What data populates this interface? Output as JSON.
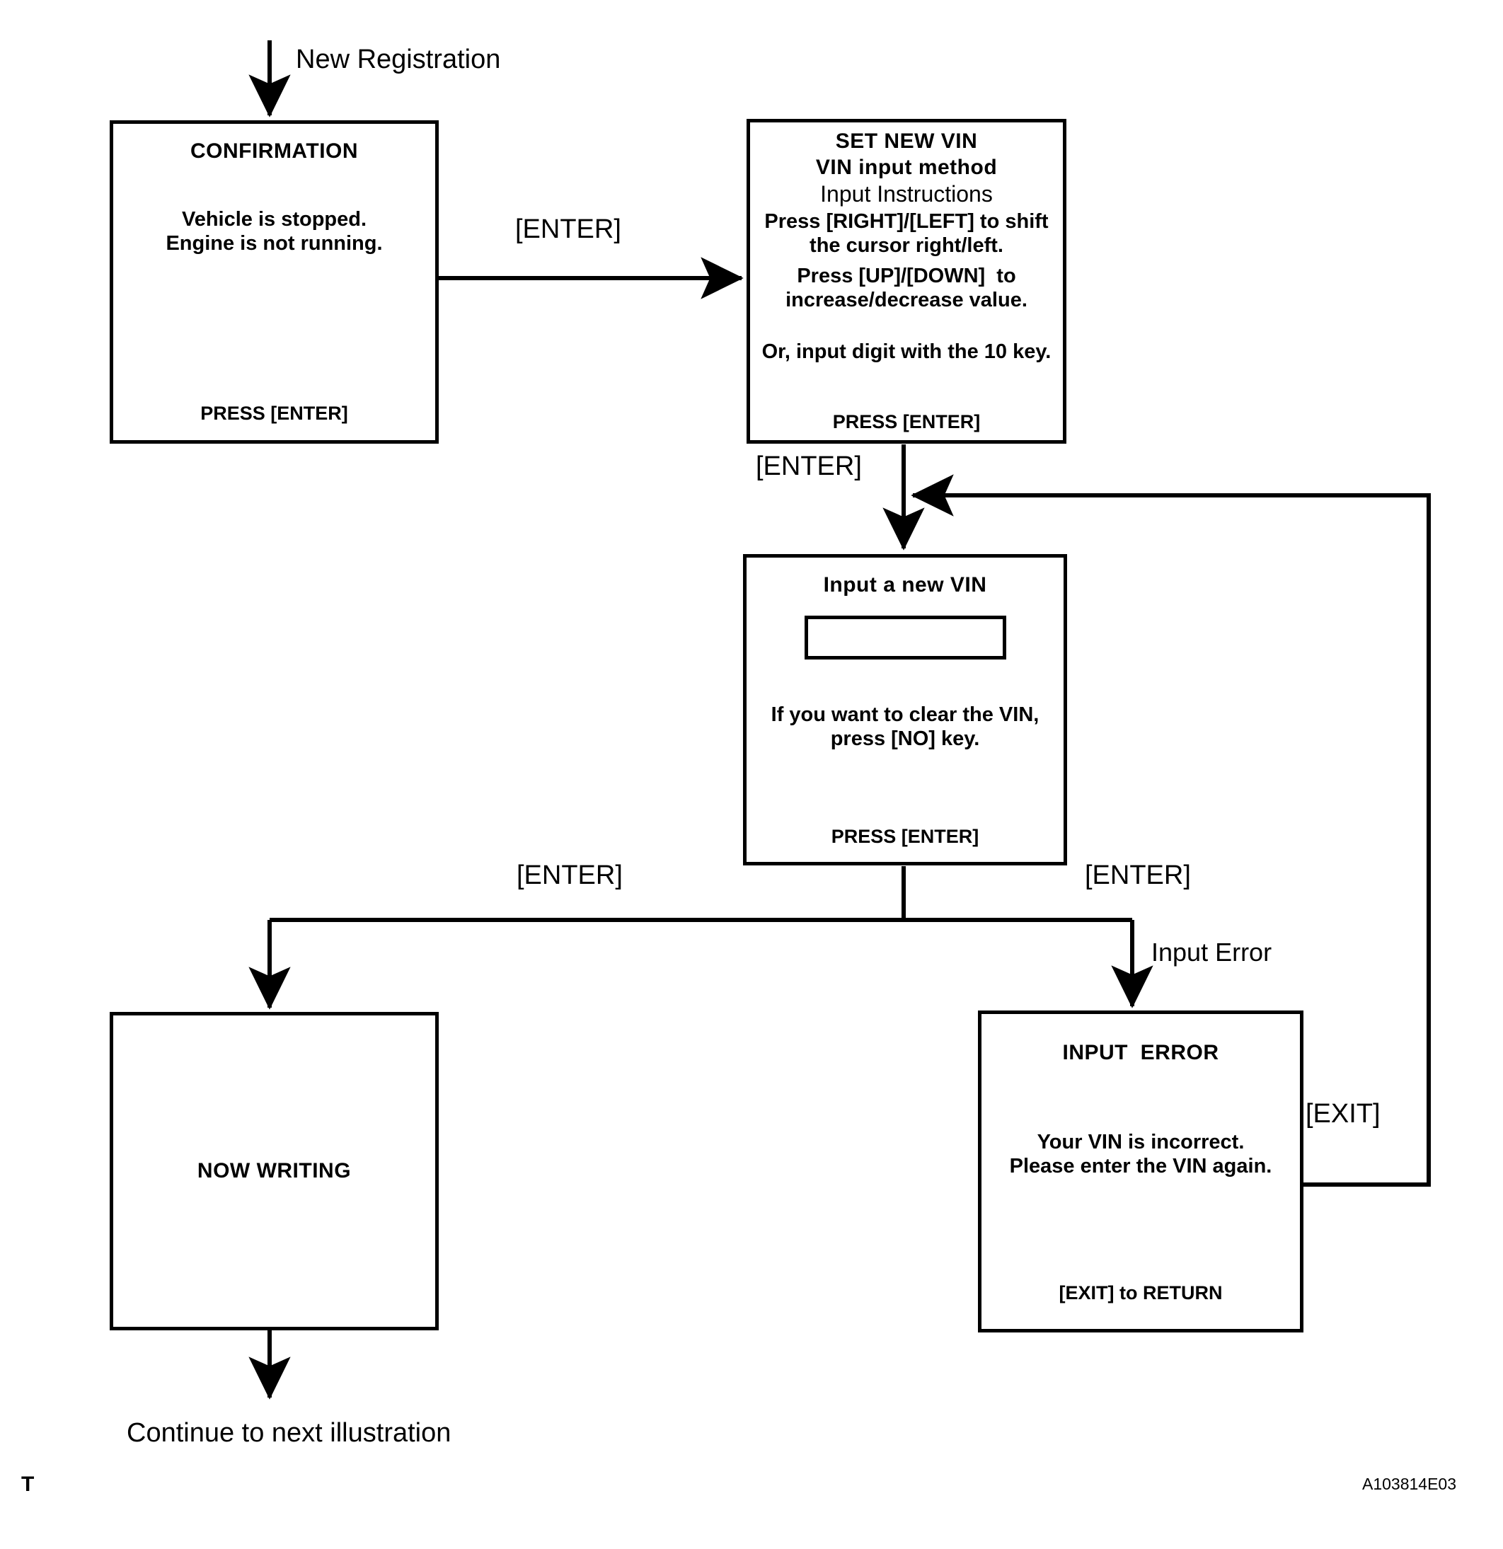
{
  "diagram": {
    "page_code": "A103814E03",
    "sheet_mark": "T",
    "entry_label": "New Registration",
    "exit_label": "Continue to next illustration",
    "edge_labels": {
      "enter_1": "[ENTER]",
      "enter_2": "[ENTER]",
      "enter_3": "[ENTER]",
      "enter_4": "[ENTER]",
      "input_error": "Input Error",
      "exit": "[EXIT]"
    }
  },
  "screens": {
    "confirmation": {
      "title": "CONFIRMATION",
      "body": [
        "Vehicle is stopped.",
        "Engine is not running."
      ],
      "footer": "PRESS [ENTER]"
    },
    "set_new_vin": {
      "title": "SET NEW VIN",
      "subtitle": "VIN input method",
      "heading": "Input Instructions",
      "body": [
        "Press [RIGHT]/[LEFT] to shift",
        "the cursor right/left.",
        "Press [UP]/[DOWN]  to",
        "increase/decrease value."
      ],
      "note": "Or, input digit with the 10 key.",
      "footer": "PRESS [ENTER]"
    },
    "input_new_vin": {
      "title": "Input a new VIN",
      "field_value": "",
      "body": [
        "If you want to clear the VIN,",
        "press [NO] key."
      ],
      "footer": "PRESS [ENTER]"
    },
    "now_writing": {
      "title": "NOW WRITING"
    },
    "input_error": {
      "title": "INPUT  ERROR",
      "body": [
        "Your VIN is incorrect.",
        "Please enter the VIN again."
      ],
      "footer": "[EXIT] to RETURN"
    }
  },
  "chart_data": {
    "type": "flowchart",
    "title": "VIN New Registration procedure flow",
    "nodes": [
      {
        "id": "confirmation",
        "label": "CONFIRMATION"
      },
      {
        "id": "set_new_vin",
        "label": "SET NEW VIN"
      },
      {
        "id": "input_new_vin",
        "label": "Input a new VIN"
      },
      {
        "id": "now_writing",
        "label": "NOW WRITING"
      },
      {
        "id": "input_error",
        "label": "INPUT  ERROR"
      }
    ],
    "edges": [
      {
        "from": "start",
        "to": "confirmation",
        "label": "New Registration"
      },
      {
        "from": "confirmation",
        "to": "set_new_vin",
        "label": "[ENTER]"
      },
      {
        "from": "set_new_vin",
        "to": "input_new_vin",
        "label": "[ENTER]"
      },
      {
        "from": "input_new_vin",
        "to": "now_writing",
        "label": "[ENTER]"
      },
      {
        "from": "input_new_vin",
        "to": "input_error",
        "label": "[ENTER] / Input Error"
      },
      {
        "from": "input_error",
        "to": "input_new_vin",
        "label": "[EXIT]"
      },
      {
        "from": "now_writing",
        "to": "end",
        "label": "Continue to next illustration"
      }
    ]
  }
}
